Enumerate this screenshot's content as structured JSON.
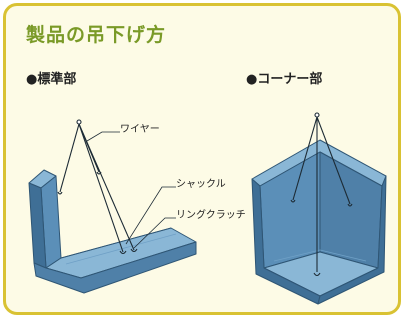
{
  "title": "製品の吊下げ方",
  "sections": {
    "standard": {
      "label": "●標準部"
    },
    "corner": {
      "label": "●コーナー部"
    }
  },
  "labels": {
    "wire": "ワイヤー",
    "shackle": "シャックル",
    "ring_clutch": "リングクラッチ"
  },
  "colors": {
    "frame": "#d9c233",
    "background": "#fdfbe6",
    "title": "#7a9a27",
    "block_front": "#5b8fb8",
    "block_top": "#8ab7d6",
    "block_side": "#3f6f96"
  }
}
